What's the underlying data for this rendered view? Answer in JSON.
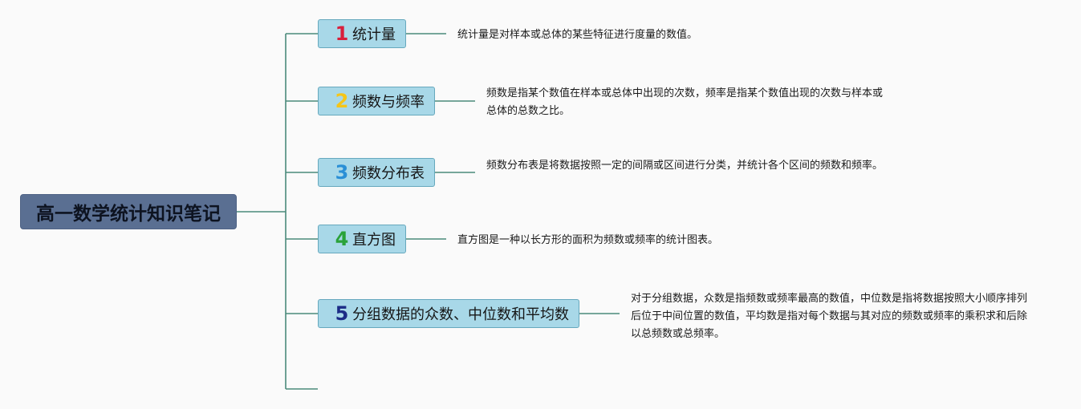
{
  "root": {
    "label": "高一数学统计知识笔记"
  },
  "branches": [
    {
      "number": "1",
      "title": "统计量",
      "color": "#d81f3c",
      "description": "统计量是对样本或总体的某些特征进行度量的数值。"
    },
    {
      "number": "2",
      "title": "频数与频率",
      "color": "#f5c518",
      "description": "频数是指某个数值在样本或总体中出现的次数，频率是指某个数值出现的次数与样本或总体的总数之比。"
    },
    {
      "number": "3",
      "title": "频数分布表",
      "color": "#2a8fd6",
      "description": "频数分布表是将数据按照一定的间隔或区间进行分类，并统计各个区间的频数和频率。"
    },
    {
      "number": "4",
      "title": "直方图",
      "color": "#2aa23a",
      "description": "直方图是一种以长方形的面积为频数或频率的统计图表。"
    },
    {
      "number": "5",
      "title": "分组数据的众数、中位数和平均数",
      "color": "#1b2b86",
      "description": "对于分组数据，众数是指频数或频率最高的数值，中位数是指将数据按照大小顺序排列后位于中间位置的数值，平均数是指对每个数据与其对应的频数或频率的乘积求和后除以总频数或总频率。"
    }
  ],
  "colors": {
    "line": "#4a8a7a"
  }
}
